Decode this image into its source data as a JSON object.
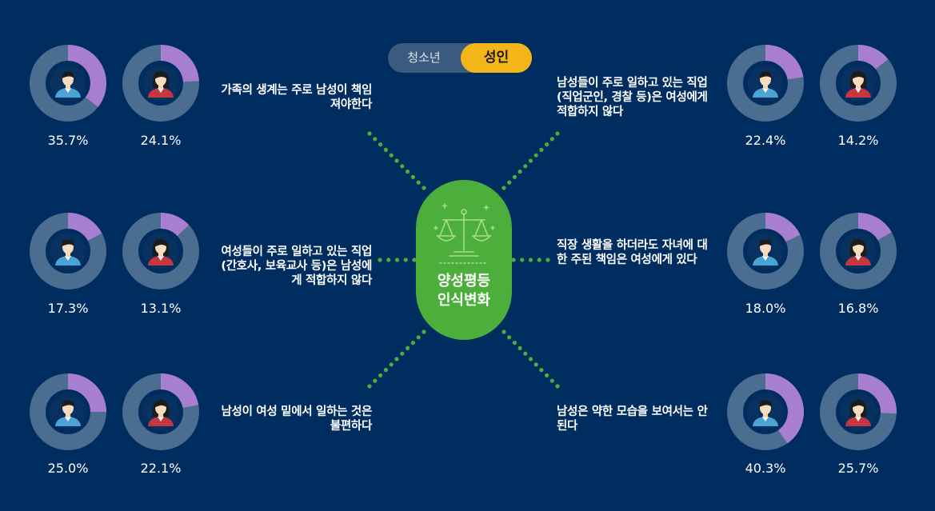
{
  "toggle": {
    "youth_label": "청소년",
    "adult_label": "성인",
    "selected": "adult"
  },
  "center": {
    "line1": "양성평등",
    "line2": "인식변화"
  },
  "colors": {
    "background": "#002d5f",
    "ring_track": "#4b6d8f",
    "ring_value": "#a87fd0",
    "male_shirt": "#4aa5d6",
    "female_shirt": "#c83640",
    "center_green": "#4cae3b",
    "dot_green": "#4cae3b",
    "toggle_active": "#f3b51a"
  },
  "icons": [
    "male-person-icon",
    "female-person-icon",
    "scales-icon"
  ],
  "chart_data": {
    "type": "pie",
    "series": [
      {
        "name": "",
        "values": [
          35.7,
          17.3,
          25.0,
          22.4,
          18.0,
          40.3
        ]
      },
      {
        "name": "",
        "values": [
          24.1,
          13.1,
          22.1,
          14.2,
          16.8,
          25.7
        ]
      }
    ],
    "items": [
      {
        "statement": "가족의 생계는 주로 남성이 책임져야한다",
        "male": 35.7,
        "female": 24.1,
        "male_label": "35.7%",
        "female_label": "24.1%"
      },
      {
        "statement": "여성들이 주로 일하고 있는 직업(간호사, 보육교사 등)은 남성에게 적합하지 않다",
        "male": 17.3,
        "female": 13.1,
        "male_label": "17.3%",
        "female_label": "13.1%"
      },
      {
        "statement": "남성이 여성 밑에서 일하는 것은 불편하다",
        "male": 25.0,
        "female": 22.1,
        "male_label": "25.0%",
        "female_label": "22.1%"
      },
      {
        "statement": "남성들이 주로 일하고 있는 직업(직업군인, 경찰 등)은 여성에게 적합하지 않다",
        "male": 22.4,
        "female": 14.2,
        "male_label": "22.4%",
        "female_label": "14.2%"
      },
      {
        "statement": "직장 생활을 하더라도 자녀에 대한 주된 책임은 여성에게 있다",
        "male": 18.0,
        "female": 16.8,
        "male_label": "18.0%",
        "female_label": "16.8%"
      },
      {
        "statement": "남성은 약한 모습을 보여서는 안 된다",
        "male": 40.3,
        "female": 25.7,
        "male_label": "40.3%",
        "female_label": "25.7%"
      }
    ]
  }
}
